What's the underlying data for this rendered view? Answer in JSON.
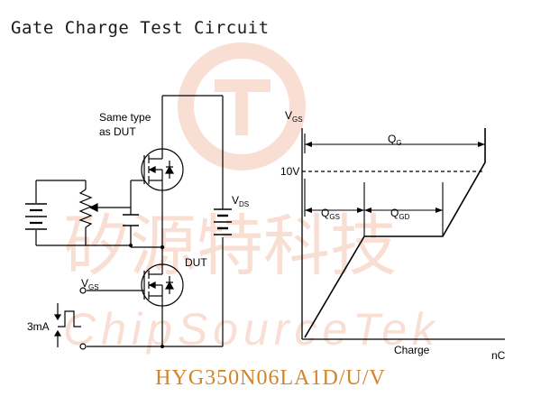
{
  "title": "Gate Charge Test Circuit",
  "part_number": "HYG350N06LA1D/U/V",
  "watermark": {
    "chinese": "矽源特科技",
    "english": "ChipSourceTek",
    "color": "#f4c4b0"
  },
  "circuit": {
    "same_type_line1": "Same type",
    "same_type_line2": "as DUT",
    "vds": "V",
    "vds_sub": "DS",
    "dut": "DUT",
    "vgs": "V",
    "vgs_sub": "GS",
    "current": "3mA"
  },
  "waveform": {
    "y_label": "V",
    "y_label_sub": "GS",
    "qg": "Q",
    "qg_sub": "G",
    "ten_volt": "10V",
    "qgs": "Q",
    "qgs_sub": "GS",
    "qgd": "Q",
    "qgd_sub": "GD",
    "x_label": "Charge",
    "x_unit": "nC"
  },
  "colors": {
    "line": "#000000",
    "part": "#d4832a"
  }
}
